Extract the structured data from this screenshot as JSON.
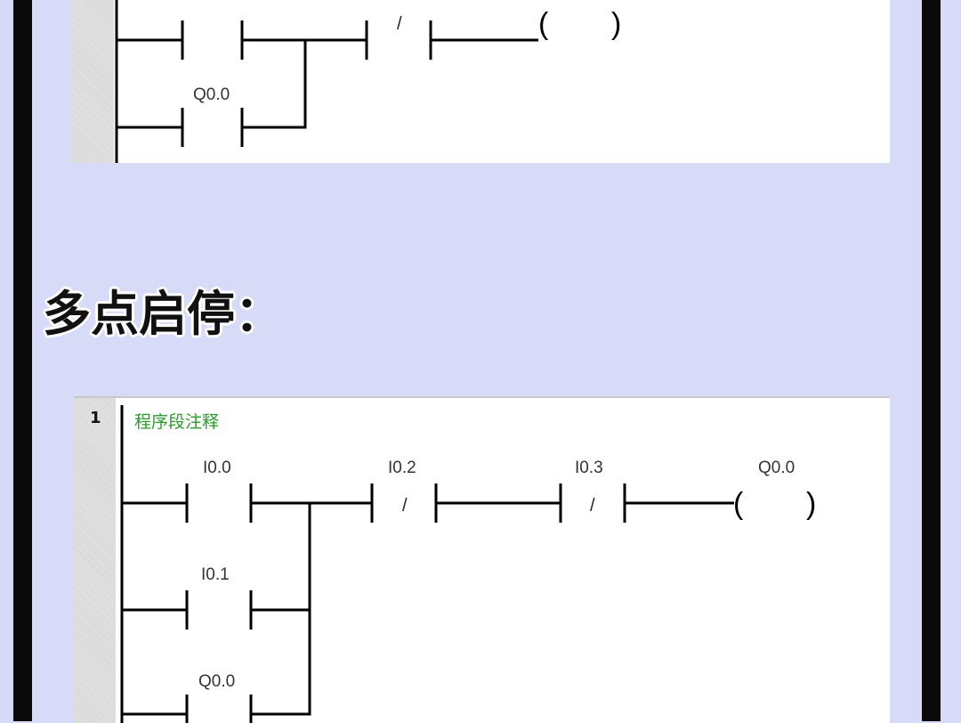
{
  "section_title": "多点启停：",
  "top_network": {
    "branch_contact_label": "Q0.0"
  },
  "bottom_network": {
    "network_number": "1",
    "comment": "程序段注释",
    "contacts": {
      "start_1": "I0.0",
      "start_2": "I0.1",
      "self_hold": "Q0.0",
      "stop_1": "I0.2",
      "stop_2": "I0.3"
    },
    "nc_symbol": "/",
    "coil_label": "Q0.0",
    "coil_open": "(",
    "coil_close": ")"
  }
}
